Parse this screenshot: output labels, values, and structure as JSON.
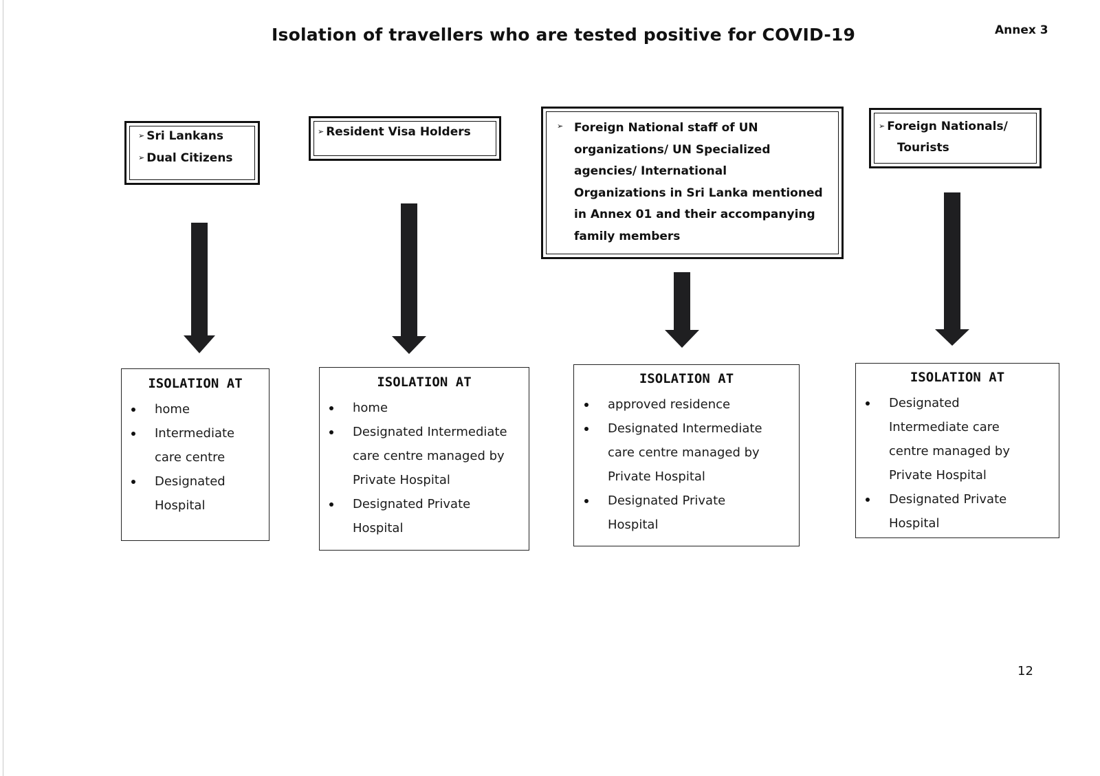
{
  "title": "Isolation of travellers who are tested positive for COVID-19",
  "annex": "Annex 3",
  "page_number": "12",
  "bullet_marker": "➢",
  "sources": [
    {
      "lines": [
        "Sri Lankans",
        "Dual Citizens"
      ]
    },
    {
      "lines": [
        "Resident Visa Holders"
      ]
    },
    {
      "lines": [
        "Foreign National staff of UN",
        "organizations/ UN Specialized",
        "agencies/ International",
        "Organizations in Sri Lanka mentioned",
        "in Annex 01 and their accompanying",
        "family members"
      ]
    },
    {
      "lines": [
        "Foreign Nationals/",
        "Tourists"
      ]
    }
  ],
  "destinations": [
    {
      "title": "ISOLATION AT",
      "items": [
        [
          "home"
        ],
        [
          "Intermediate",
          "care centre"
        ],
        [
          "Designated",
          "Hospital"
        ]
      ]
    },
    {
      "title": "ISOLATION AT",
      "items": [
        [
          "home"
        ],
        [
          "Designated Intermediate",
          "care centre managed by",
          "Private Hospital"
        ],
        [
          "Designated Private",
          "Hospital"
        ]
      ]
    },
    {
      "title": "ISOLATION AT",
      "items": [
        [
          "approved residence"
        ],
        [
          "Designated Intermediate",
          "care centre managed by",
          "Private Hospital"
        ],
        [
          "Designated Private",
          "Hospital"
        ]
      ]
    },
    {
      "title": "ISOLATION AT",
      "items": [
        [
          "Designated",
          "Intermediate care",
          "centre managed by",
          "Private Hospital"
        ],
        [
          "Designated Private",
          "Hospital"
        ]
      ]
    }
  ],
  "colors": {
    "arrow": "#1f1f21",
    "border": "#111111"
  }
}
